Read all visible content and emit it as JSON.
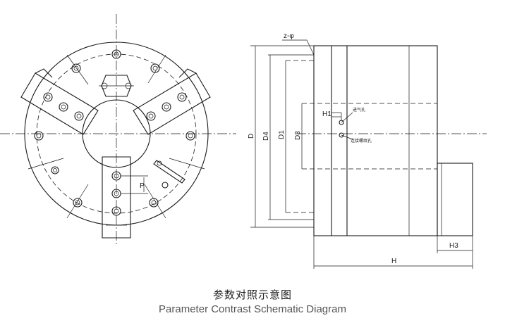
{
  "caption": {
    "cn": "参数对照示意图",
    "en": "Parameter Contrast Schematic Diagram"
  },
  "labels": {
    "z_phi": "z-φ",
    "P": "P",
    "D": "D",
    "D4": "D4",
    "D1": "D1",
    "D3": "D3",
    "H1": "H1",
    "H3": "H3",
    "H": "H",
    "air_inlet": "进气孔",
    "mount_hole": "连接螺纹孔"
  }
}
